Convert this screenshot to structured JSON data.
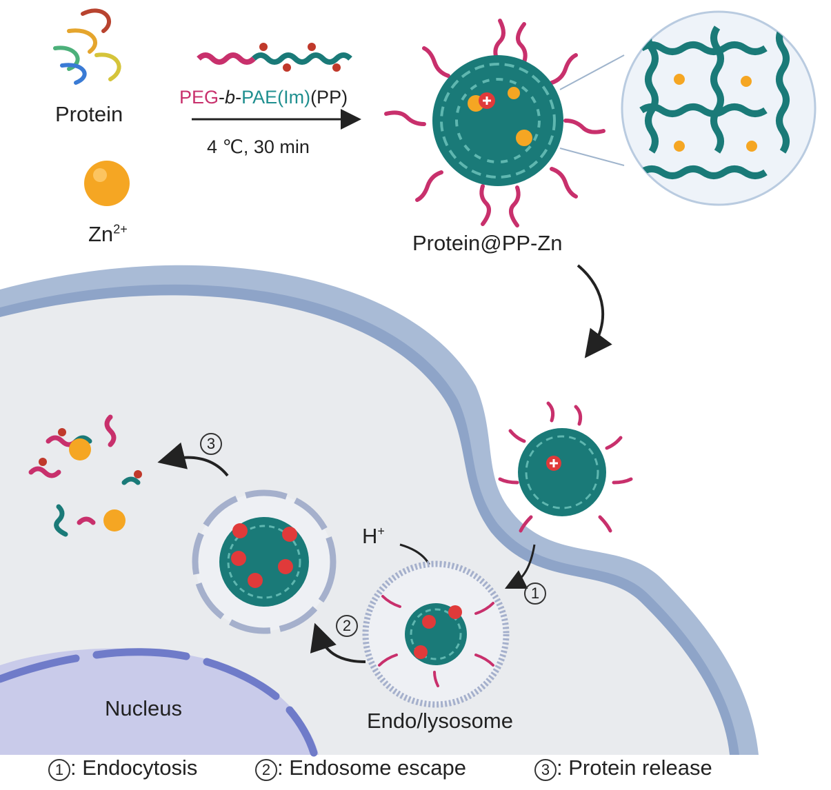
{
  "labels": {
    "protein": "Protein",
    "zinc_base": "Zn",
    "zinc_charge": "2+",
    "polymer_peg": "PEG",
    "polymer_dash1": "-",
    "polymer_b": "b",
    "polymer_dash2": "-",
    "polymer_pae": "PAE(Im)",
    "polymer_pp": "(PP)",
    "conditions": "4 ℃, 30 min",
    "nanoparticle": "Protein@PP-Zn",
    "proton_base": "H",
    "proton_charge": "+",
    "endosome": "Endo/lysosome",
    "nucleus": "Nucleus"
  },
  "steps": [
    {
      "number": "1",
      "label": ": Endocytosis"
    },
    {
      "number": "2",
      "label": ": Endosome escape"
    },
    {
      "number": "3",
      "label": ": Protein release"
    }
  ],
  "colors": {
    "peg": "#c8306c",
    "pae": "#1a7a78",
    "zinc": "#f5a623",
    "imidazole": "#c0392b",
    "membrane": "#a9bbd6",
    "cytoplasm": "#e9ebee",
    "nucleus": "#c9cbea"
  }
}
